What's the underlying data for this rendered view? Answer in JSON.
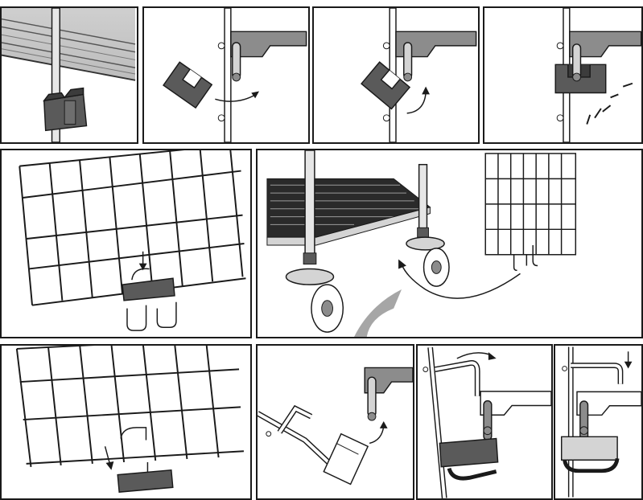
{
  "figure": {
    "panels": [
      {
        "id": "p1",
        "name": "clip-on-post-closeup"
      },
      {
        "id": "p2",
        "name": "clip-approach-stud"
      },
      {
        "id": "p3",
        "name": "clip-rotate-onto-stud"
      },
      {
        "id": "p4",
        "name": "clip-snapped-in-place"
      },
      {
        "id": "p5",
        "name": "grid-panel-hook-into-clip"
      },
      {
        "id": "p6",
        "name": "cart-with-side-grid-panel"
      },
      {
        "id": "p7",
        "name": "grid-panel-lowered-into-clip"
      },
      {
        "id": "p8",
        "name": "rod-clip-approach"
      },
      {
        "id": "p9",
        "name": "rod-clip-rotate-over-shelf"
      },
      {
        "id": "p10",
        "name": "rod-clip-drop-down"
      }
    ],
    "colors": {
      "outline": "#1a1a1a",
      "clip_fill": "#5a5a5a",
      "clip_dark": "#3c3c3c",
      "shelf_fill": "#8c8c8c",
      "light_fill": "#d4d4d4",
      "arrow_swoosh": "#a6a6a6"
    }
  }
}
